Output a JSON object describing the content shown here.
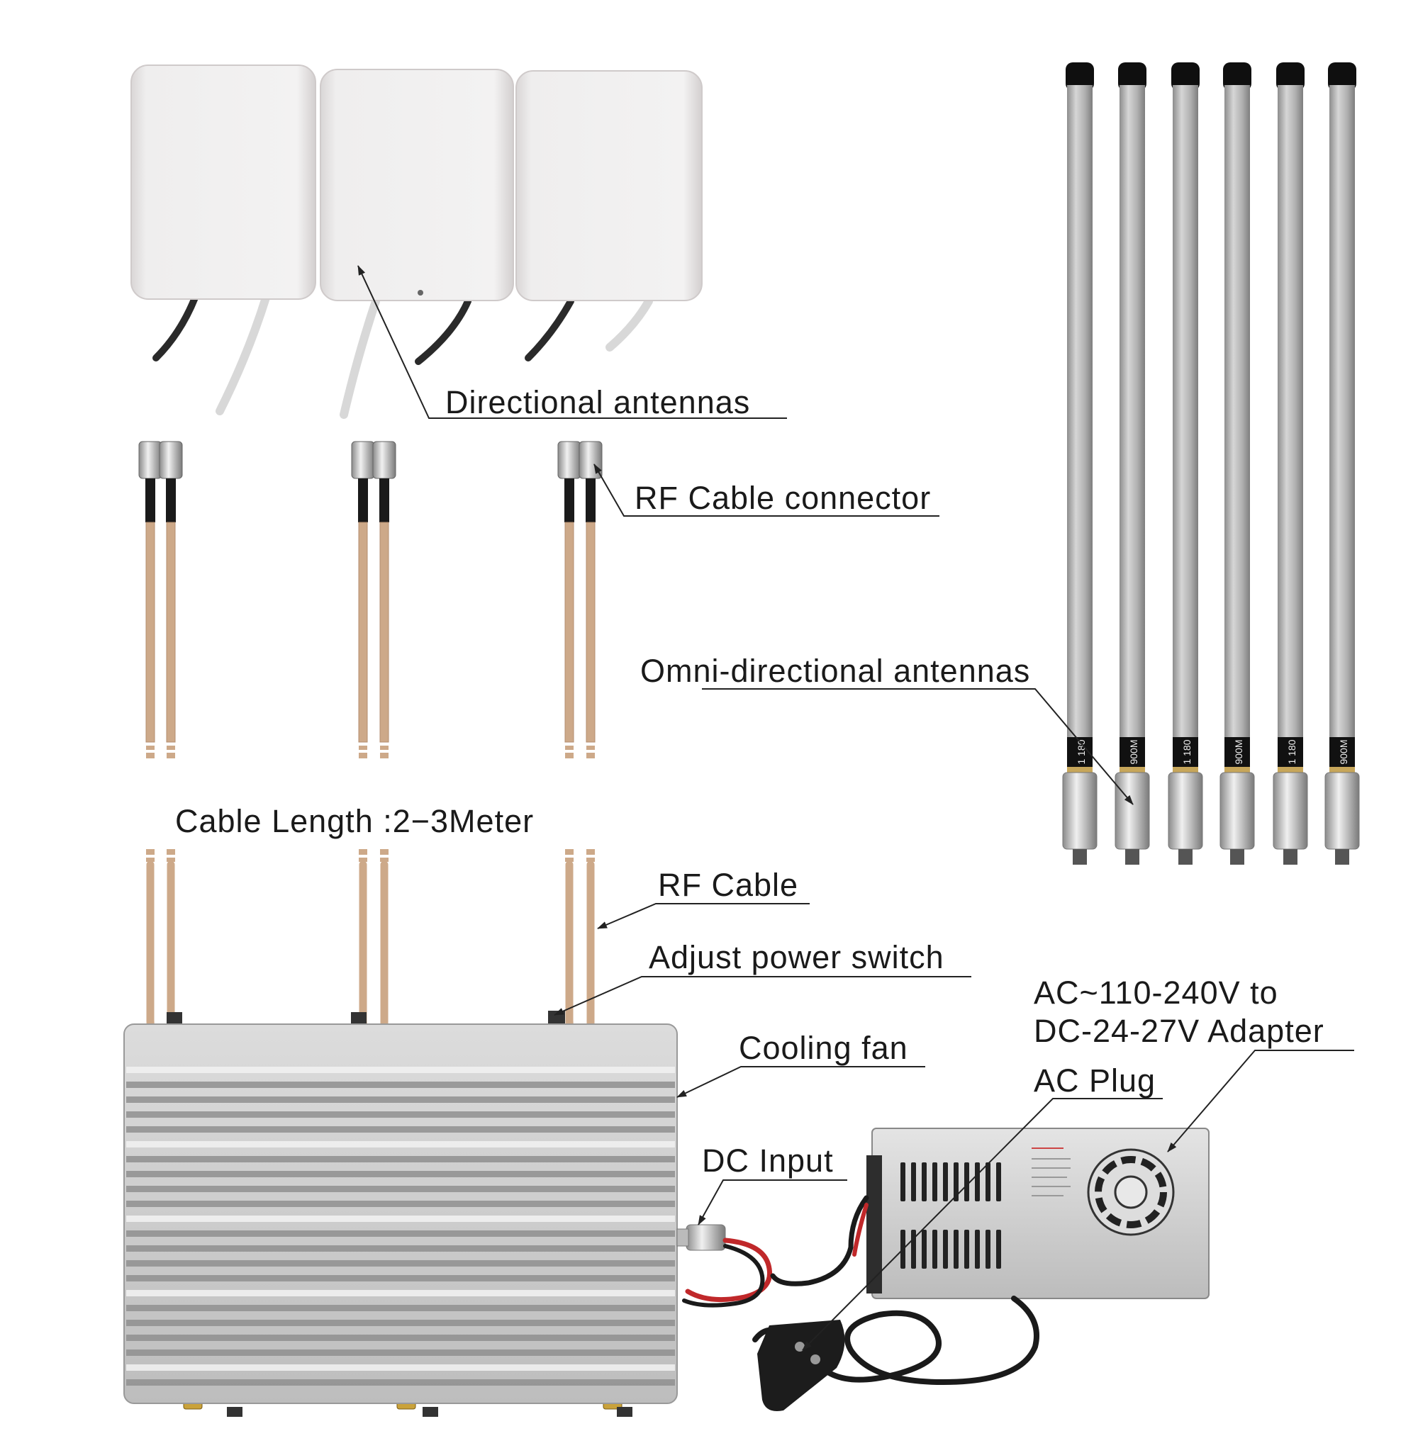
{
  "labels": {
    "directional_antennas": "Directional antennas",
    "rf_cable_connector": "RF Cable connector",
    "omni_directional_antennas": "Omni-directional antennas",
    "cable_length": "Cable Length :2−3Meter",
    "rf_cable": "RF Cable",
    "adjust_power_switch": "Adjust power switch",
    "cooling_fan": "Cooling fan",
    "adapter_line1": "AC~110-240V to",
    "adapter_line2": "DC-24-27V Adapter",
    "ac_plug": "AC Plug",
    "dc_input": "DC Input"
  },
  "omni_antenna_tags": [
    "1 180",
    "900M",
    "1 180",
    "900M",
    "1 180",
    "900M"
  ],
  "colors": {
    "background": "#ffffff",
    "label_text": "#1a1a1a",
    "leader_line": "#222222",
    "cable": "#c9a385",
    "antenna_body": "#b9b9b9",
    "antenna_cap": "#111111",
    "heatsink": "#c8c8c8",
    "connector_gold": "#c9a23a"
  }
}
